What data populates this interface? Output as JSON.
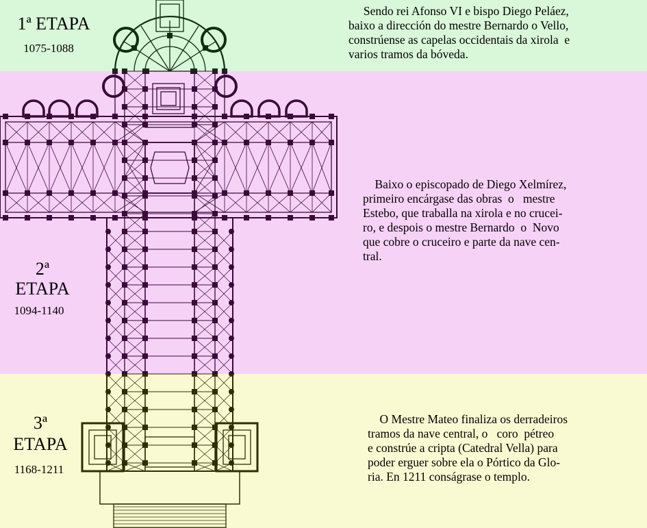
{
  "colors": {
    "stage1_bg": "#d9f7d9",
    "stage2_bg": "#f7d2f7",
    "stage3_bg": "#fafad2",
    "stage1_ink": "#0f2e0f",
    "stage2_ink": "#3a0a3a",
    "stage3_ink": "#2e2e00"
  },
  "stage1": {
    "title": "1ª ETAPA",
    "years": "1075-1088",
    "description": "     Sendo rei Afonso VI e bispo Diego Peláez,\nbaixo a dirección do mestre Bernardo o Vello,\nconstrúense as capelas occidentais da xirola  e\nvarios tramos da bóveda."
  },
  "stage2": {
    "title_num": "2ª",
    "title_word": "ETAPA",
    "years": "1094-1140",
    "description": "    Baixo o episcopado de Diego Xelmírez,\nprimeiro encárgase das obras  o   mestre\nEstebo, que traballa na xirola e no crucei-\nro, e despois o mestre Bernardo  o  Novo\nque cobre o cruceiro e parte da nave cen-\ntral."
  },
  "stage3": {
    "title_num": "3ª",
    "title_word": "ETAPA",
    "years": "1168-1211",
    "description": "    O Mestre Mateo finaliza os derradeiros\ntramos da nave central, o   coro  pétreo\ne constrúe a cripta (Catedral Vella) para\npoder erguer sobre ela o Pórtico da Glo-\nria. En 1211 conságrase o templo."
  }
}
